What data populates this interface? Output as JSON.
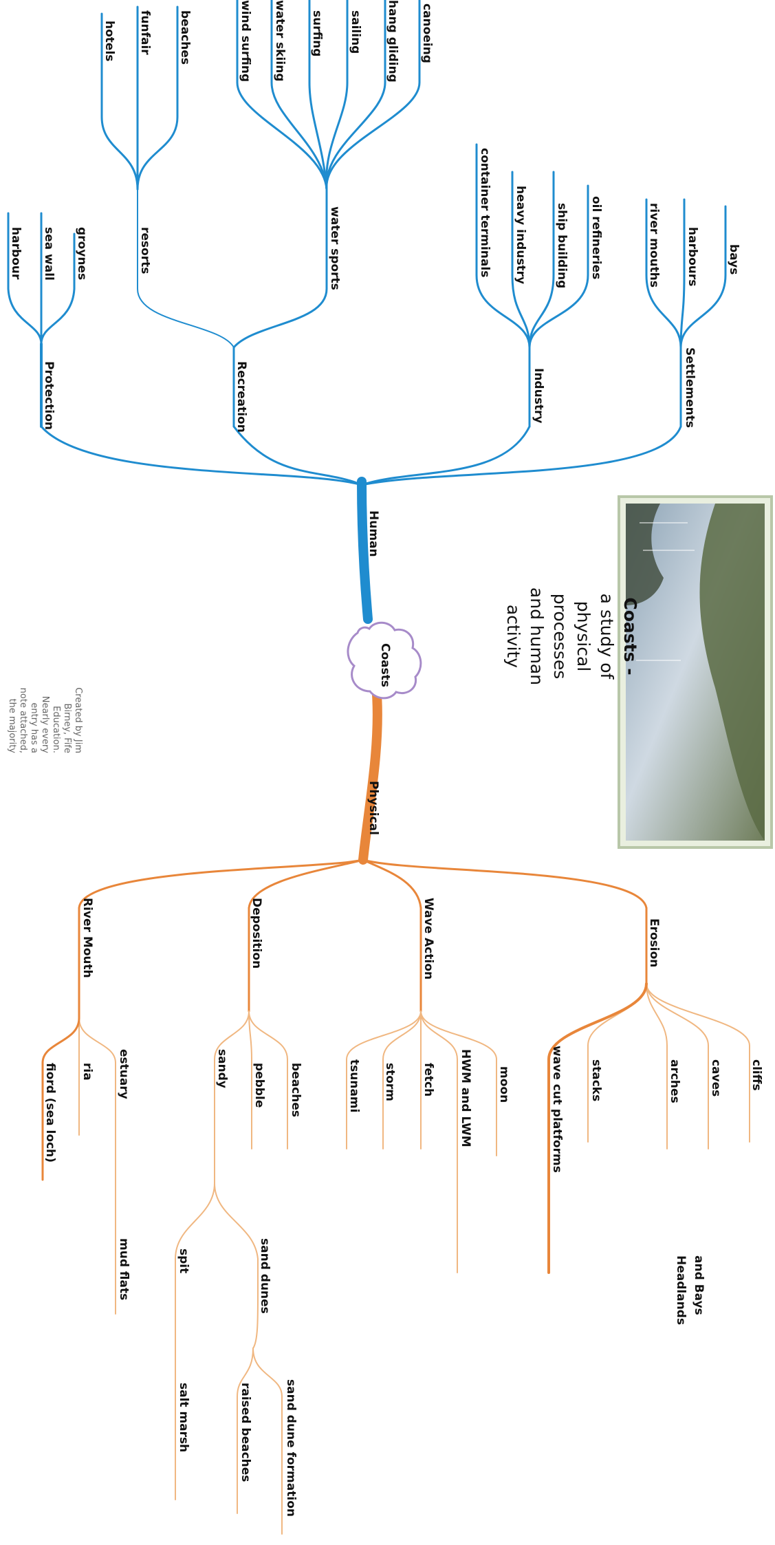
{
  "center": "Coasts",
  "human": {
    "label": "Human",
    "color": "#1f8ccf",
    "branches": [
      {
        "label": "Protection",
        "children": [
          "groynes",
          "sea wall",
          "harbour"
        ]
      },
      {
        "label": "Recreation",
        "children": [
          "resorts",
          "water sports"
        ]
      },
      {
        "label": "Industry",
        "children": [
          "oil refineries",
          "ship building",
          "heavy industry",
          "container terminals"
        ]
      },
      {
        "label": "Settlements",
        "children": [
          "bays",
          "harbours",
          "river mouths"
        ]
      }
    ],
    "resorts": [
      "beaches",
      "funfair",
      "hotels"
    ],
    "water_sports": [
      "canoeing",
      "hang gliding",
      "sailing",
      "surfing",
      "water skiing",
      "wind surfing"
    ]
  },
  "physical": {
    "label": "Physical",
    "color": "#e8863a",
    "branches": [
      {
        "label": "Erosion",
        "children": [
          "cliffs",
          "caves",
          "arches",
          "stacks",
          "wave cut platforms"
        ],
        "extra": "Headlands and Bays"
      },
      {
        "label": "Wave Action",
        "children": [
          "moon",
          "HWM and LWM",
          "fetch",
          "storm",
          "tsunami"
        ]
      },
      {
        "label": "Deposition",
        "children": [
          "beaches",
          "pebble",
          "sandy"
        ]
      },
      {
        "label": "River Mouth",
        "children": [
          "estuary",
          "ria",
          "fiord (sea loch)"
        ]
      }
    ],
    "sandy": [
      "sand dunes",
      "spit"
    ],
    "sand_dunes": [
      "sand dune formation",
      "raised beaches"
    ],
    "spit": [
      "salt marsh"
    ],
    "estuary": [
      "mud flats"
    ]
  },
  "title": [
    "Coasts -",
    "a study of",
    "physical",
    "processes",
    "and human",
    "activity"
  ],
  "credit": [
    "Created by Jim",
    "Birney, Fife",
    "Education.",
    "Nearly every",
    "entry has a",
    "note attached,",
    "the majority"
  ]
}
